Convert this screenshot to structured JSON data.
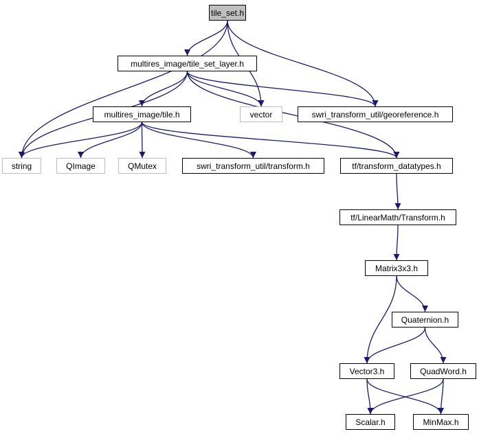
{
  "graph": {
    "edge_color": "#191970",
    "nodes": {
      "tile_set": {
        "label": "tile_set.h",
        "kind": "root"
      },
      "tile_set_layer": {
        "label": "multires_image/tile_set_layer.h",
        "kind": "file"
      },
      "string": {
        "label": "string",
        "kind": "external"
      },
      "vector": {
        "label": "vector",
        "kind": "external"
      },
      "georeference": {
        "label": "swri_transform_util/georeference.h",
        "kind": "file"
      },
      "tile": {
        "label": "multires_image/tile.h",
        "kind": "file"
      },
      "qimage": {
        "label": "QImage",
        "kind": "external"
      },
      "qmutex": {
        "label": "QMutex",
        "kind": "external"
      },
      "transform": {
        "label": "swri_transform_util/transform.h",
        "kind": "file"
      },
      "transform_datatypes": {
        "label": "tf/transform_datatypes.h",
        "kind": "file"
      },
      "linearmath_transform": {
        "label": "tf/LinearMath/Transform.h",
        "kind": "file"
      },
      "matrix3x3": {
        "label": "Matrix3x3.h",
        "kind": "file"
      },
      "quaternion": {
        "label": "Quaternion.h",
        "kind": "file"
      },
      "vector3": {
        "label": "Vector3.h",
        "kind": "file"
      },
      "quadword": {
        "label": "QuadWord.h",
        "kind": "file"
      },
      "scalar": {
        "label": "Scalar.h",
        "kind": "file"
      },
      "minmax": {
        "label": "MinMax.h",
        "kind": "file"
      }
    },
    "edges": [
      {
        "from": "tile_set",
        "to": "tile_set_layer"
      },
      {
        "from": "tile_set",
        "to": "string"
      },
      {
        "from": "tile_set",
        "to": "vector"
      },
      {
        "from": "tile_set",
        "to": "georeference"
      },
      {
        "from": "tile_set_layer",
        "to": "string"
      },
      {
        "from": "tile_set_layer",
        "to": "tile"
      },
      {
        "from": "tile_set_layer",
        "to": "vector"
      },
      {
        "from": "tile_set_layer",
        "to": "georeference"
      },
      {
        "from": "tile_set_layer",
        "to": "transform_datatypes"
      },
      {
        "from": "tile",
        "to": "string"
      },
      {
        "from": "tile",
        "to": "qimage"
      },
      {
        "from": "tile",
        "to": "qmutex"
      },
      {
        "from": "tile",
        "to": "transform"
      },
      {
        "from": "tile",
        "to": "transform_datatypes"
      },
      {
        "from": "transform_datatypes",
        "to": "linearmath_transform"
      },
      {
        "from": "linearmath_transform",
        "to": "matrix3x3"
      },
      {
        "from": "matrix3x3",
        "to": "vector3"
      },
      {
        "from": "matrix3x3",
        "to": "quaternion"
      },
      {
        "from": "quaternion",
        "to": "vector3"
      },
      {
        "from": "quaternion",
        "to": "quadword"
      },
      {
        "from": "vector3",
        "to": "scalar"
      },
      {
        "from": "vector3",
        "to": "minmax"
      },
      {
        "from": "quadword",
        "to": "scalar"
      },
      {
        "from": "quadword",
        "to": "minmax"
      }
    ]
  }
}
